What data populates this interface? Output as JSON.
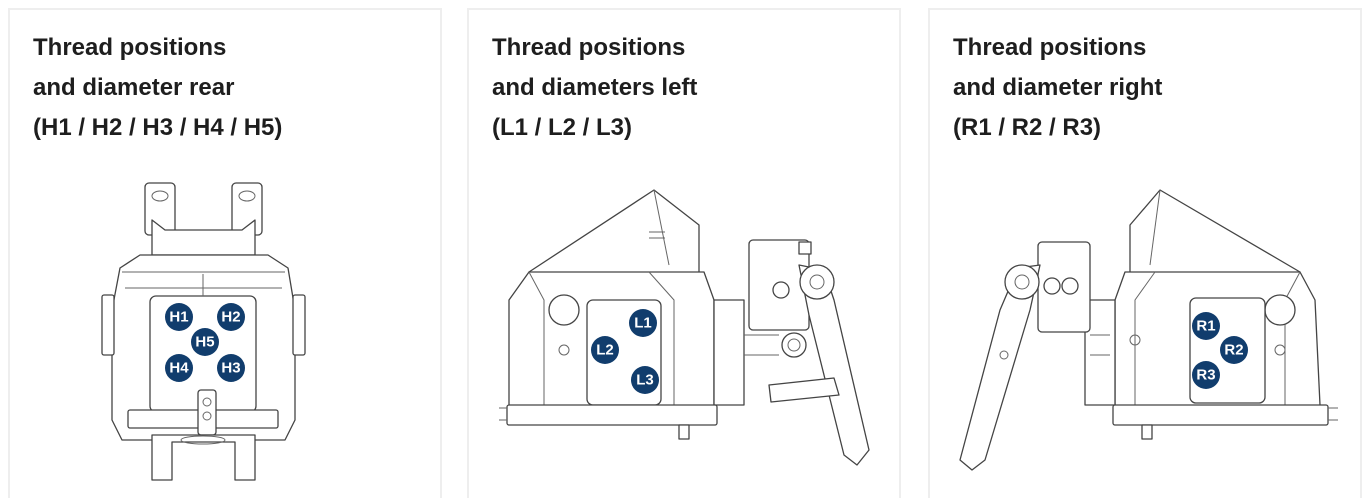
{
  "cards": [
    {
      "title": [
        "Thread positions",
        "and diameter rear",
        "(H1 / H2 / H3 / H4 / H5)"
      ],
      "markers": [
        "H1",
        "H2",
        "H5",
        "H4",
        "H3"
      ]
    },
    {
      "title": [
        "Thread positions",
        "and diameters left",
        "(L1 / L2 / L3)"
      ],
      "markers": [
        "L1",
        "L2",
        "L3"
      ]
    },
    {
      "title": [
        "Thread positions",
        "and diameter right",
        "(R1 / R2 / R3)"
      ],
      "markers": [
        "R1",
        "R2",
        "R3"
      ]
    }
  ],
  "colors": {
    "marker": "#113d6d",
    "border": "#eeeeee",
    "text": "#1e1e1e"
  }
}
